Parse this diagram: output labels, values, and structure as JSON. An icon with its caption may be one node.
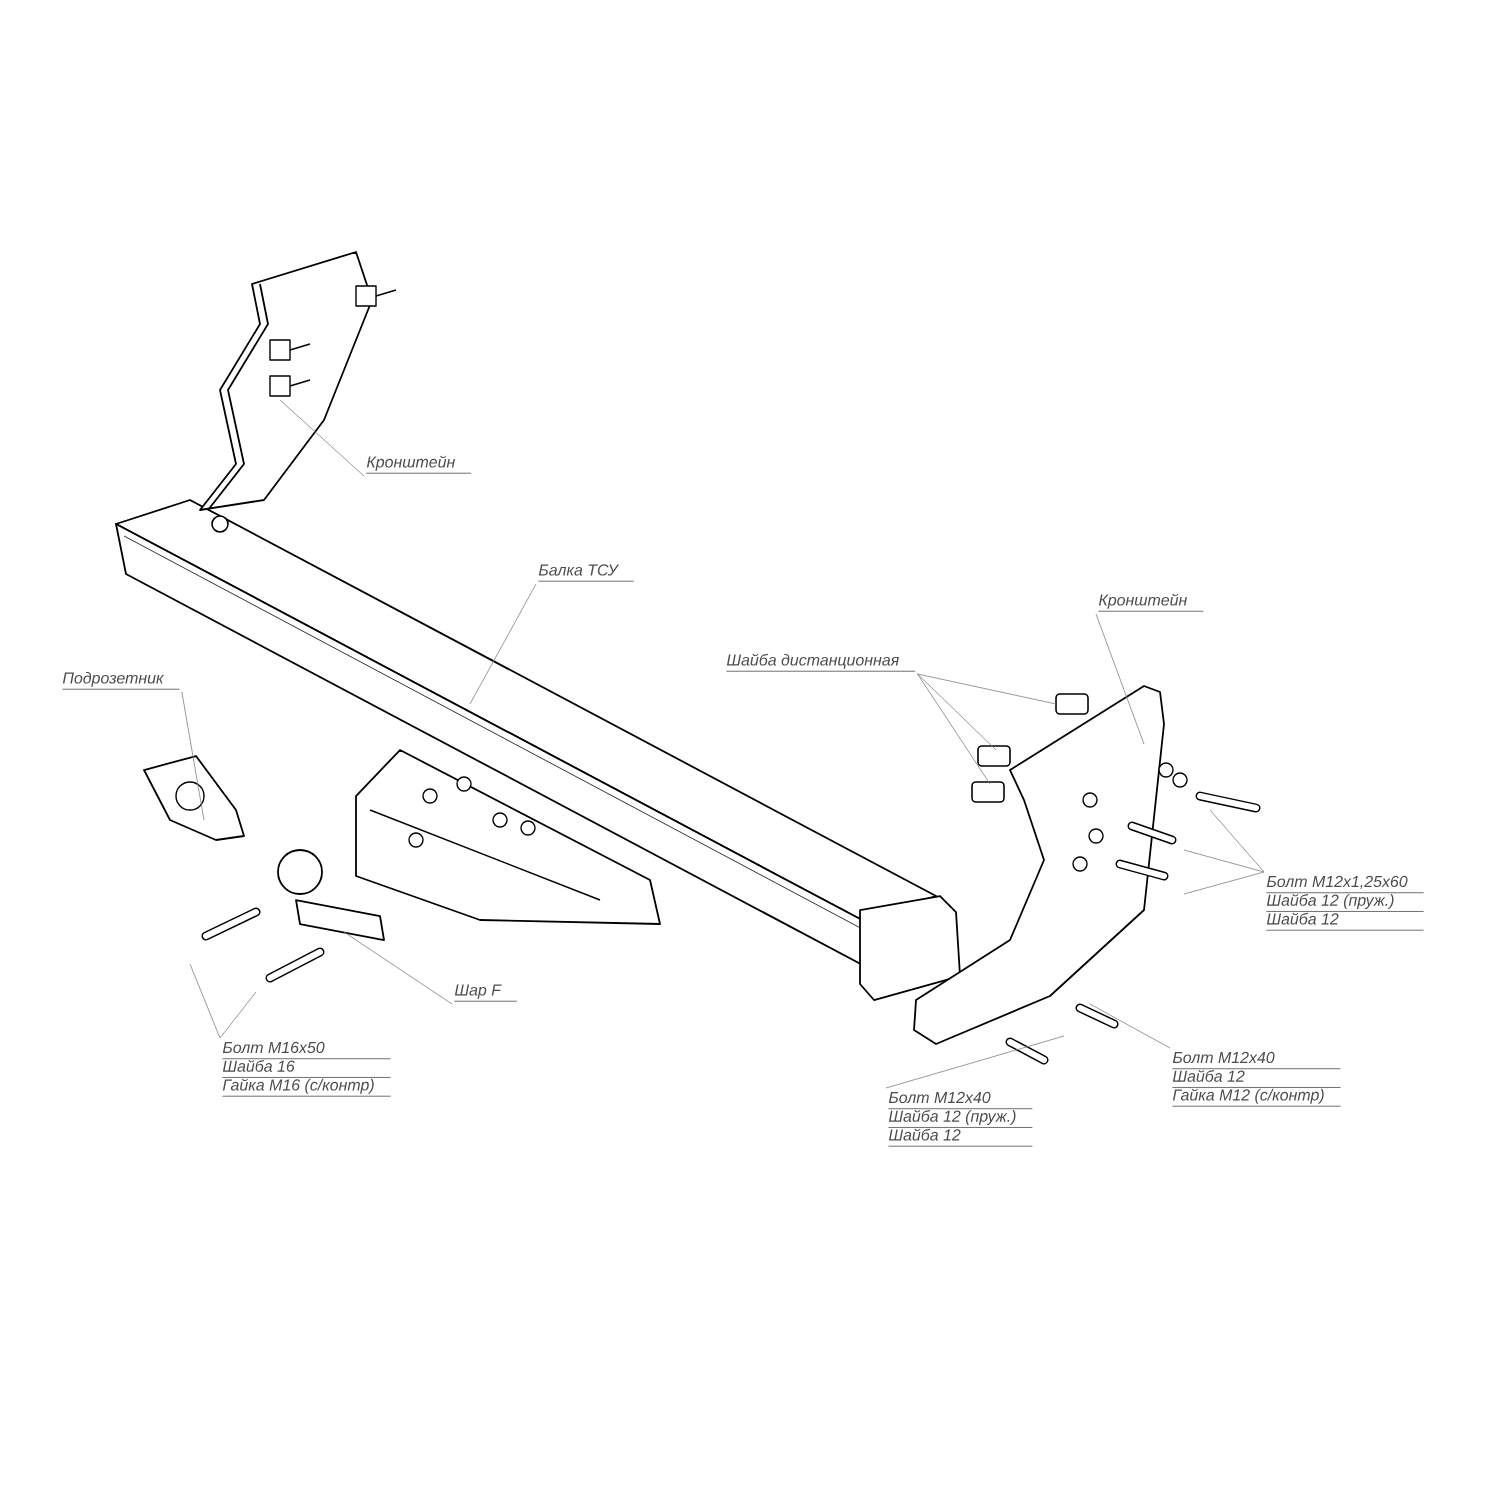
{
  "diagram": {
    "nodes": [
      {
        "text": [
          "Кронштейн"
        ]
      },
      {
        "text": [
          "Балка ТСУ"
        ]
      },
      {
        "text": [
          "Подрозетник"
        ]
      },
      {
        "text": [
          "Шайба дистанционная"
        ]
      },
      {
        "text": [
          "Кронштейн"
        ]
      },
      {
        "text": [
          "Шар F"
        ]
      },
      {
        "text": [
          "Болт М16х50",
          "Шайба 16",
          "Гайка М16 (с/контр)"
        ]
      },
      {
        "text": [
          "Болт М12х1,25х60",
          "Шайба 12 (пруж.)",
          "Шайба 12"
        ]
      },
      {
        "text": [
          "Болт М12х40",
          "Шайба 12",
          "Гайка М12 (с/контр)"
        ]
      },
      {
        "text": [
          "Болт М12х40",
          "Шайба 12 (пруж.)",
          "Шайба 12"
        ]
      }
    ],
    "edges": [
      {
        "from": 0,
        "to": null,
        "arrow": "none"
      },
      {
        "from": 1,
        "to": null,
        "arrow": "none"
      },
      {
        "from": 2,
        "to": null,
        "arrow": "none"
      },
      {
        "from": 3,
        "to": null,
        "arrow": "none"
      },
      {
        "from": 3,
        "to": null,
        "arrow": "none"
      },
      {
        "from": 3,
        "to": null,
        "arrow": "none"
      },
      {
        "from": 4,
        "to": null,
        "arrow": "none"
      },
      {
        "from": 5,
        "to": null,
        "arrow": "none"
      },
      {
        "from": 6,
        "to": null,
        "arrow": "none"
      },
      {
        "from": 6,
        "to": null,
        "arrow": "none"
      },
      {
        "from": 7,
        "to": null,
        "arrow": "none"
      },
      {
        "from": 7,
        "to": null,
        "arrow": "none"
      },
      {
        "from": 7,
        "to": null,
        "arrow": "none"
      },
      {
        "from": 8,
        "to": null,
        "arrow": "none"
      },
      {
        "from": 9,
        "to": null,
        "arrow": "none"
      }
    ]
  }
}
